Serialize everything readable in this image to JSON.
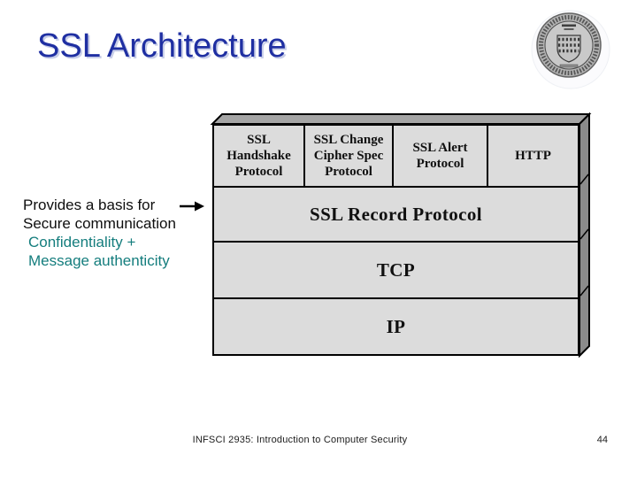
{
  "slide": {
    "title": "SSL Architecture"
  },
  "annotation": {
    "line1": "Provides a basis for",
    "line2": "Secure communication",
    "line3": "Confidentiality +",
    "line4": "Message authenticity"
  },
  "diagram": {
    "top_cells": [
      {
        "name": "ssl-handshake-protocol",
        "lines": [
          "SSL",
          "Handshake",
          "Protocol"
        ]
      },
      {
        "name": "ssl-change-cipher-spec-protocol",
        "lines": [
          "SSL Change",
          "Cipher Spec",
          "Protocol"
        ]
      },
      {
        "name": "ssl-alert-protocol",
        "lines": [
          "SSL Alert",
          "Protocol"
        ]
      },
      {
        "name": "http",
        "lines": [
          "HTTP"
        ]
      }
    ],
    "layers": [
      {
        "label": "SSL Record Protocol"
      },
      {
        "label": "TCP"
      },
      {
        "label": "IP"
      }
    ]
  },
  "footer": {
    "course": "INFSCI 2935: Introduction to Computer Security",
    "page_number": "44"
  },
  "colors": {
    "title_blue": "#1f2fa2",
    "title_shadow": "#c8cee8",
    "annotation_accent_teal": "#147d7d",
    "diagram_face_gray": "#dcdcdc",
    "diagram_top_edge_gray": "#a5a5a5",
    "diagram_right_edge_gray": "#8b8b8b",
    "border_black": "#000000"
  },
  "icons": {
    "seal": "university-seal",
    "arrow": "right-arrow"
  }
}
